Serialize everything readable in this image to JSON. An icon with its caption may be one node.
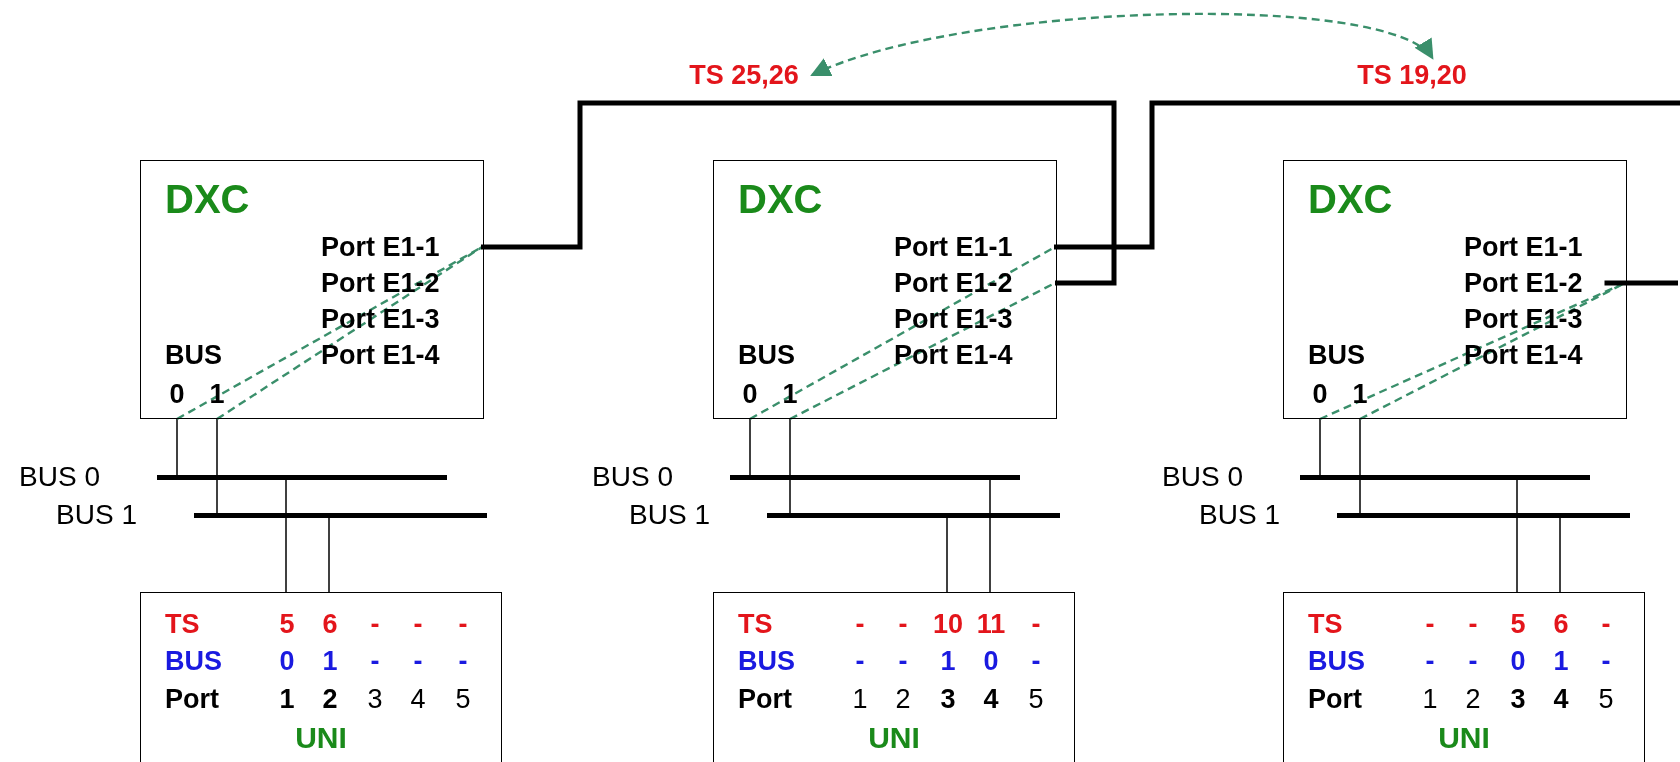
{
  "diagram": {
    "nodes": [
      {
        "text": [
          "TS 25,26"
        ]
      },
      {
        "text": [
          "TS 19,20"
        ]
      },
      {
        "text": [
          "DXC",
          "BUS"
        ]
      },
      {
        "text": [
          "Port E1-1"
        ],
        "in": 2
      },
      {
        "text": [
          "Port E1-2"
        ],
        "in": 2
      },
      {
        "text": [
          "Port E1-3"
        ],
        "in": 2
      },
      {
        "text": [
          "Port E1-4"
        ],
        "in": 2
      },
      {
        "text": [
          "0"
        ],
        "in": 2
      },
      {
        "text": [
          "1"
        ],
        "in": 2
      },
      {
        "text": [],
        "shape": "bar"
      },
      {
        "text": [],
        "shape": "bar"
      },
      {
        "text": [
          "TS",
          "5 6 - - -",
          "BUS",
          "0 1 - - -",
          "Port",
          "**1** **2** 3 4 5",
          "UNI"
        ]
      },
      {
        "text": [
          "DXC",
          "BUS"
        ]
      },
      {
        "text": [
          "Port E1-1"
        ],
        "in": 12
      },
      {
        "text": [
          "Port E1-2"
        ],
        "in": 12
      },
      {
        "text": [
          "Port E1-3"
        ],
        "in": 12
      },
      {
        "text": [
          "Port E1-4"
        ],
        "in": 12
      },
      {
        "text": [
          "0"
        ],
        "in": 12
      },
      {
        "text": [
          "1"
        ],
        "in": 12
      },
      {
        "text": [],
        "shape": "bar"
      },
      {
        "text": [],
        "shape": "bar"
      },
      {
        "text": [
          "TS",
          "- - 10 11 -",
          "BUS",
          "- - 1 0 -",
          "Port",
          "1 2 **3** **4** 5",
          "UNI"
        ]
      },
      {
        "text": [
          "DXC",
          "BUS"
        ]
      },
      {
        "text": [
          "Port E1-1"
        ],
        "in": 22
      },
      {
        "text": [
          "Port E1-2"
        ],
        "in": 22
      },
      {
        "text": [
          "Port E1-3"
        ],
        "in": 22
      },
      {
        "text": [
          "Port E1-4"
        ],
        "in": 22
      },
      {
        "text": [
          "0"
        ],
        "in": 22
      },
      {
        "text": [
          "1"
        ],
        "in": 22
      },
      {
        "text": [],
        "shape": "bar"
      },
      {
        "text": [],
        "shape": "bar"
      },
      {
        "text": [
          "TS",
          "- - 5 6 -",
          "BUS",
          "- - 0 1 -",
          "Port",
          "1 2 **3** **4** 5",
          "UNI"
        ]
      }
    ],
    "labels": [
      "BUS 0",
      "BUS 1",
      "BUS 0",
      "BUS 1",
      "BUS 0",
      "BUS 1"
    ],
    "edges": [
      {
        "from": 0,
        "to": 1,
        "arrow": "both",
        "style": "dashed",
        "color": "#3a8f6b"
      },
      {
        "from": 7,
        "to": 9,
        "arrow": "none"
      },
      {
        "from": 8,
        "to": 10,
        "arrow": "none"
      },
      {
        "from": 11,
        "to": 9,
        "arrow": "none"
      },
      {
        "from": 11,
        "to": 10,
        "arrow": "none"
      },
      {
        "from": 7,
        "to": 3,
        "arrow": "none",
        "style": "dashed",
        "color": "#3a8f6b"
      },
      {
        "from": 8,
        "to": 3,
        "arrow": "none",
        "style": "dashed",
        "color": "#3a8f6b"
      },
      {
        "from": 17,
        "to": 19,
        "arrow": "none"
      },
      {
        "from": 18,
        "to": 20,
        "arrow": "none"
      },
      {
        "from": 21,
        "to": 20,
        "arrow": "none"
      },
      {
        "from": 21,
        "to": 19,
        "arrow": "none"
      },
      {
        "from": 17,
        "to": 13,
        "arrow": "none",
        "style": "dashed",
        "color": "#3a8f6b"
      },
      {
        "from": 18,
        "to": 14,
        "arrow": "none",
        "style": "dashed",
        "color": "#3a8f6b"
      },
      {
        "from": 27,
        "to": 29,
        "arrow": "none"
      },
      {
        "from": 28,
        "to": 30,
        "arrow": "none"
      },
      {
        "from": 31,
        "to": 29,
        "arrow": "none"
      },
      {
        "from": 31,
        "to": 30,
        "arrow": "none"
      },
      {
        "from": 27,
        "to": 24,
        "arrow": "none",
        "style": "dashed",
        "color": "#3a8f6b"
      },
      {
        "from": 28,
        "to": 24,
        "arrow": "none",
        "style": "dashed",
        "color": "#3a8f6b"
      },
      {
        "from": 3,
        "to": 14,
        "arrow": "none",
        "style": "thick"
      },
      {
        "from": 13,
        "to": null,
        "arrow": "none",
        "style": "thick"
      },
      {
        "from": null,
        "to": 24,
        "arrow": "none",
        "style": "thick"
      }
    ]
  }
}
